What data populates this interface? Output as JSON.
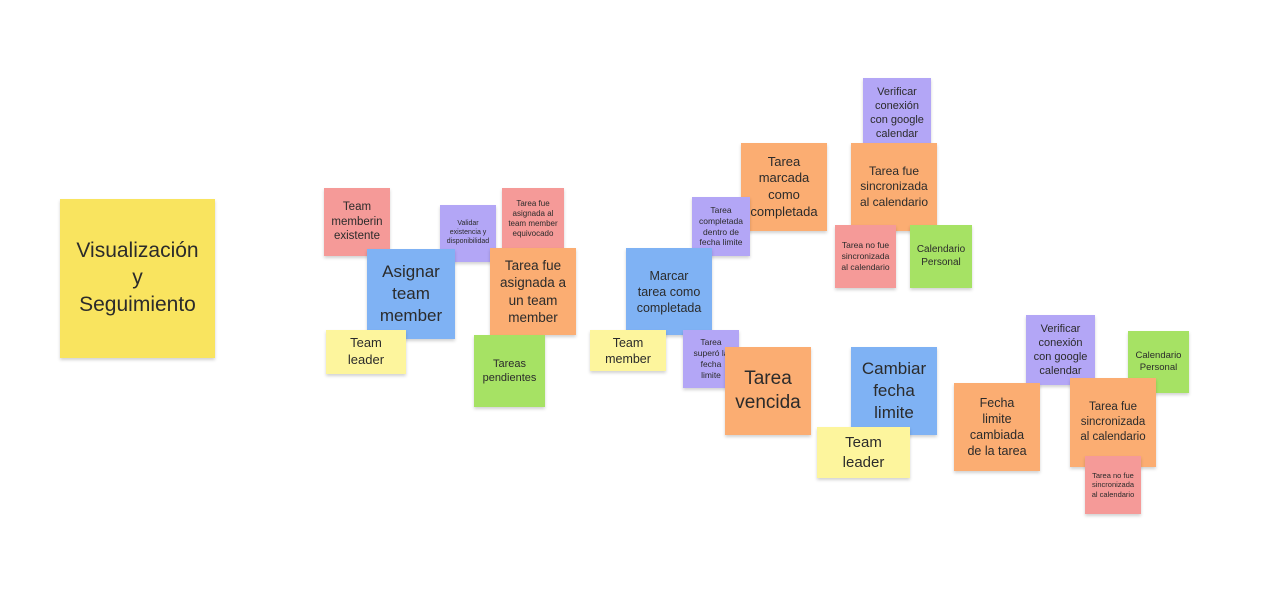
{
  "board": {
    "notes": [
      {
        "id": "title",
        "text": "Visualización\ny\nSeguimiento",
        "color": "#f9e45f"
      },
      {
        "id": "team-member-existente",
        "text": "Team\nmemberin\nexistente",
        "color": "#f59a98"
      },
      {
        "id": "validar-existencia",
        "text": "Validar\nexistencia y\ndisponibilidad",
        "color": "#b3a6f6"
      },
      {
        "id": "tarea-asignada-equivocado",
        "text": "Tarea  fue\nasignada al\nteam member\nequivocado",
        "color": "#f59a98"
      },
      {
        "id": "asignar-team-member",
        "text": "Asignar\nteam\nmember",
        "color": "#7fb2f4"
      },
      {
        "id": "tarea-asignada-team-member",
        "text": "Tarea fue\nasignada a\nun team\nmember",
        "color": "#fbad72"
      },
      {
        "id": "team-leader-1",
        "text": "Team\nleader",
        "color": "#fdf59d"
      },
      {
        "id": "tareas-pendientes",
        "text": "Tareas\npendientes",
        "color": "#a6e264"
      },
      {
        "id": "verificar-conexion-1",
        "text": "Verificar\nconexión\ncon google\ncalendar",
        "color": "#b3a6f6"
      },
      {
        "id": "tarea-marcada-completada",
        "text": "Tarea\nmarcada\ncomo\ncompletada",
        "color": "#fbad72"
      },
      {
        "id": "tarea-sincronizada-1",
        "text": "Tarea fue\nsincronizada\nal calendario",
        "color": "#fbad72"
      },
      {
        "id": "tarea-completada-fecha",
        "text": "Tarea\ncompletada\ndentro de\nfecha limite",
        "color": "#b3a6f6"
      },
      {
        "id": "tarea-no-sincronizada-1",
        "text": "Tarea no fue\nsincronizada\nal calendario",
        "color": "#f59a98"
      },
      {
        "id": "calendario-personal-1",
        "text": "Calendario\nPersonal",
        "color": "#a6e264"
      },
      {
        "id": "marcar-tarea-completada",
        "text": "Marcar\ntarea como\ncompletada",
        "color": "#7fb2f4"
      },
      {
        "id": "team-member-1",
        "text": "Team\nmember",
        "color": "#fdf59d"
      },
      {
        "id": "tarea-supero-fecha",
        "text": "Tarea\nsuperó la\nfecha\nlimite",
        "color": "#b3a6f6"
      },
      {
        "id": "tarea-vencida",
        "text": "Tarea\nvencida",
        "color": "#fbad72"
      },
      {
        "id": "cambiar-fecha-limite",
        "text": "Cambiar\nfecha\nlimite",
        "color": "#7fb2f4"
      },
      {
        "id": "team-leader-2",
        "text": "Team\nleader",
        "color": "#fdf59d"
      },
      {
        "id": "verificar-conexion-2",
        "text": "Verificar\nconexión\ncon google\ncalendar",
        "color": "#b3a6f6"
      },
      {
        "id": "calendario-personal-2",
        "text": "Calendario\nPersonal",
        "color": "#a6e264"
      },
      {
        "id": "fecha-limite-cambiada",
        "text": "Fecha\nlimite\ncambiada\nde la tarea",
        "color": "#fbad72"
      },
      {
        "id": "tarea-sincronizada-2",
        "text": "Tarea fue\nsincronizada\nal calendario",
        "color": "#fbad72"
      },
      {
        "id": "tarea-no-sincronizada-2",
        "text": "Tarea no fue\nsincronizada\nal calendario",
        "color": "#f59a98"
      }
    ]
  }
}
